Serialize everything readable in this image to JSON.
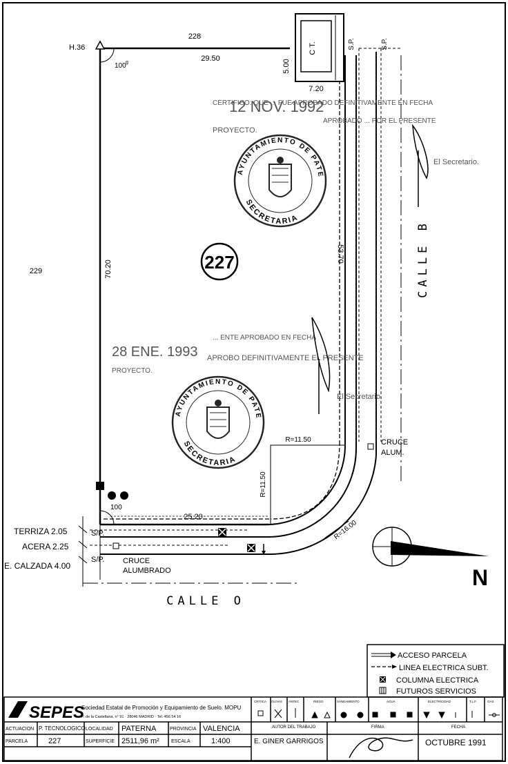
{
  "plan": {
    "parcel_number": "227",
    "neighbor_west": "229",
    "neighbor_north": "228",
    "corner_label": "H.36",
    "angle_top": "100",
    "angle_top_sup": "g",
    "angle_bottom": "100",
    "dim_top": "29.50",
    "dim_left": "70.20",
    "dim_right": "53.70",
    "dim_bottom": "25.20",
    "ct_height": "5.00",
    "ct_width": "7.20",
    "ct_label": "C T.",
    "radius_inner_h": "R=11.50",
    "radius_inner_v": "R=11.50",
    "radius_outer": "R=16.00",
    "sp_labels": [
      "S.P.",
      "S.P."
    ],
    "street_right": "CALLE B",
    "street_bottom": "CALLE O",
    "cruce_alum_1": "CRUCE",
    "cruce_alum_2": "ALUM.",
    "cruce_bottom_1": "CRUCE",
    "cruce_bottom_2": "ALUMBRADO",
    "terraza_label": "TERRIZA 2.05",
    "acera_label": "ACERA 2.25",
    "calzada_label": "E. CALZADA 4.00",
    "sp_bottom_1": "S/P.",
    "sp_bottom_2": "S/P.",
    "north_letter": "N"
  },
  "stamps": {
    "stamp1_date": "12 NOV. 1992",
    "stamp1_line1": "CERTIFICO: QUE ... FUE APROBADO DEFINITIVAMENTE EN FECHA",
    "stamp1_line2": "APROBADO ... POR EL PRESENTE",
    "stamp1_line3": "PROYECTO.",
    "stamp1_secretario": "El Secretario.",
    "stamp2_date": "28 ENE. 1993",
    "stamp2_line1": "... ENTE APROBADO EN FECHA",
    "stamp2_line2": "APROBO DEFINITIVAMENTE EL PRESENTE",
    "stamp2_line3": "PROYECTO.",
    "stamp2_secretario": "El Secretario.",
    "seal_top": "AYUNTAMIENTO DE PATERNA",
    "seal_bottom": "SECRETARIA"
  },
  "legend": {
    "items": [
      {
        "label": "ACCESO PARCELA",
        "icon": "access-arrow"
      },
      {
        "label": "LINEA ELECTRICA SUBT.",
        "icon": "dashed-line"
      },
      {
        "label": "COLUMNA ELECTRICA",
        "icon": "filled-square-x"
      },
      {
        "label": "FUTUROS SERVICIOS",
        "icon": "square-bars"
      }
    ]
  },
  "title_block": {
    "logo": "SEPES",
    "org_line1": "Sociedad Estatal de Promoción y Equipamiento de Suelo. MOPU",
    "org_line2": "P. de la Castellana, n° 91 · 28046 MADRID · Tel. 456 54 16",
    "actuacion_label": "ACTUACION",
    "actuacion_value": "P. TECNOLOGICO",
    "localidad_label": "LOCALIDAD",
    "localidad_value": "PATERNA",
    "provincia_label": "PROVINCIA",
    "provincia_value": "VALENCIA",
    "parcela_label": "PARCELA",
    "parcela_value": "227",
    "superficie_label": "SUPERFICIE",
    "superficie_value": "2511,96 m²",
    "escala_label": "ESCALA",
    "escala_value": "1:400",
    "autor": "E. GINER GARRIGOS",
    "autor_label": "AUTOR DEL TRABAJO",
    "firma_label": "FIRMA",
    "fecha_label": "FECHA",
    "fecha_value": "OCTUBRE 1991",
    "service_headers": [
      "CRITICA",
      "OLIVAS",
      "ANTEC",
      "RIEGO",
      "SANEAMIENTO",
      "AGUA",
      "ELECTRICIDAD",
      "T.L.F.",
      "GAS"
    ]
  }
}
